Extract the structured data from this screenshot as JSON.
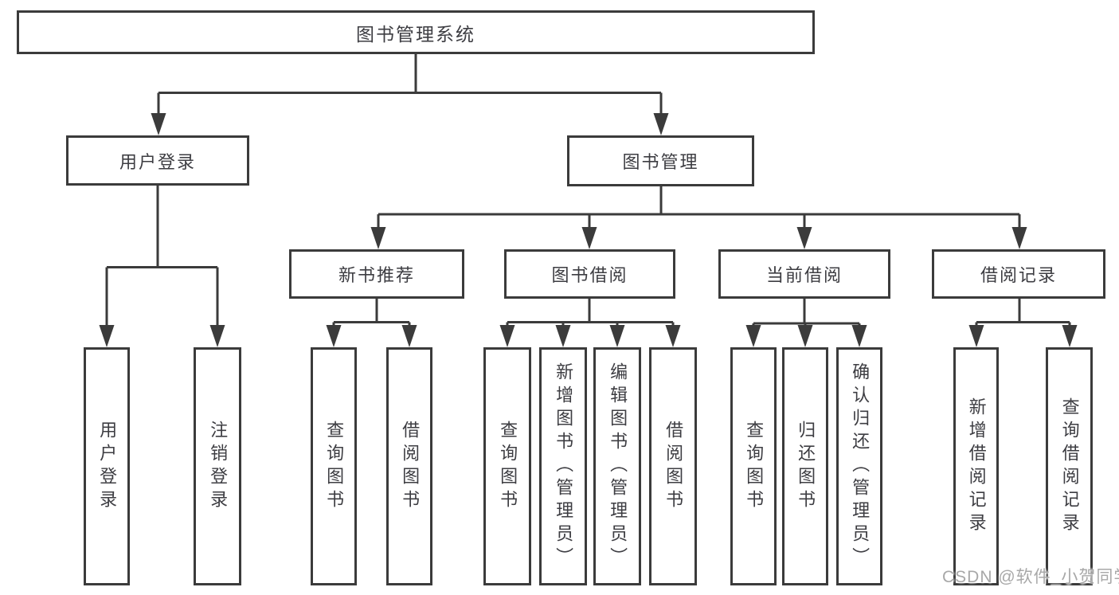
{
  "diagram": {
    "title": "图书管理系统",
    "branches": [
      {
        "label": "用户登录",
        "leaves": [
          {
            "label": "用户登录"
          },
          {
            "label": "注销登录"
          }
        ]
      },
      {
        "label": "图书管理",
        "groups": [
          {
            "label": "新书推荐",
            "leaves": [
              {
                "label": "查询图书"
              },
              {
                "label": "借阅图书"
              }
            ]
          },
          {
            "label": "图书借阅",
            "leaves": [
              {
                "label": "查询图书"
              },
              {
                "label": "新增图书（管理员）"
              },
              {
                "label": "编辑图书（管理员）"
              },
              {
                "label": "借阅图书"
              }
            ]
          },
          {
            "label": "当前借阅",
            "leaves": [
              {
                "label": "查询图书"
              },
              {
                "label": "归还图书"
              },
              {
                "label": "确认归还（管理员）"
              }
            ]
          },
          {
            "label": "借阅记录",
            "leaves": [
              {
                "label": "新增借阅记录"
              },
              {
                "label": "查询借阅记录"
              }
            ]
          }
        ]
      }
    ]
  },
  "watermark": {
    "text": "CSDN @软件_小贺同学"
  },
  "colors": {
    "line": "#3b3b3b",
    "text": "#3d3d42",
    "watermark": "#a8a8a8",
    "background": "#ffffff"
  }
}
